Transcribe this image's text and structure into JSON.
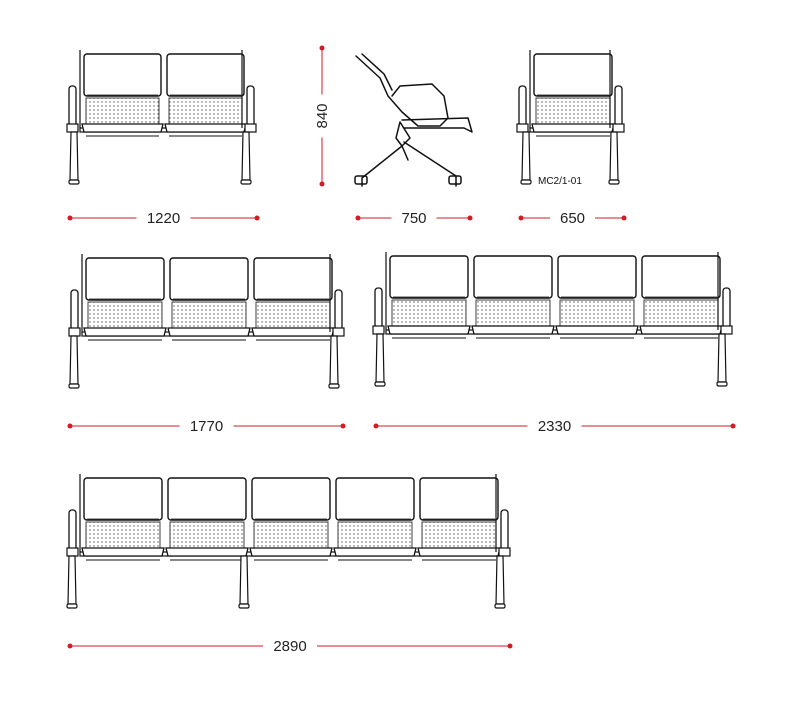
{
  "colors": {
    "dimension": "#d11c24",
    "line": "#111111",
    "text": "#222222"
  },
  "model_code": "MC2/1-01",
  "height": {
    "value": "840"
  },
  "views": [
    {
      "seats": 2,
      "width": "1220"
    },
    {
      "seats": 3,
      "width": "1770"
    },
    {
      "seats": 4,
      "width": "2330"
    },
    {
      "seats": 5,
      "width": "2890"
    }
  ],
  "side": {
    "depth": "750"
  },
  "single": {
    "width": "650"
  }
}
